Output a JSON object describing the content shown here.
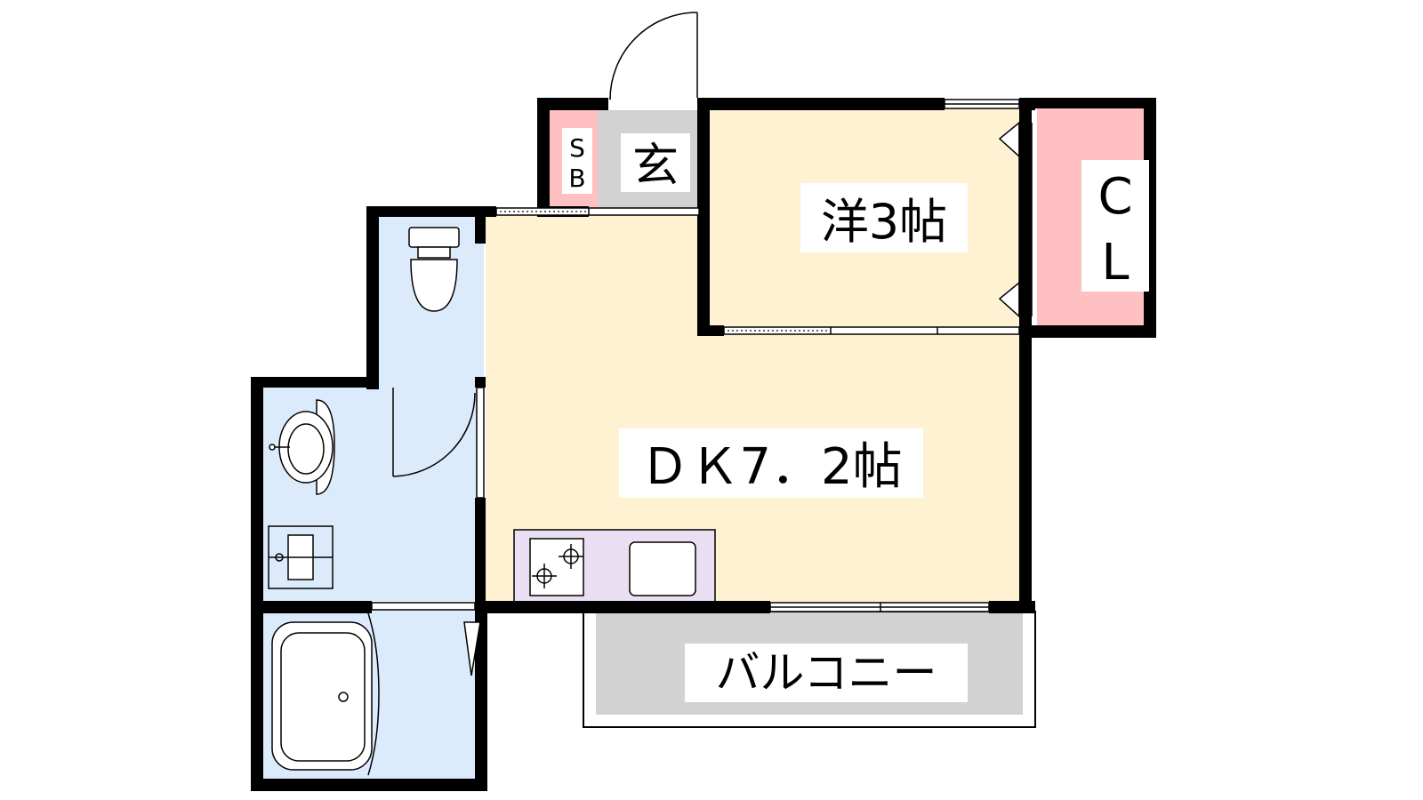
{
  "rooms": {
    "western": {
      "label": "洋3帖"
    },
    "dk": {
      "label": "ＤＫ7．2帖"
    },
    "entrance": {
      "label": "玄"
    },
    "shoebox": {
      "label_top": "S",
      "label_bottom": "B"
    },
    "closet": {
      "label_top": "C",
      "label_bottom": "L"
    },
    "balcony": {
      "label": "バルコニー"
    }
  },
  "colors": {
    "wall": "#000000",
    "living": "#fff2d2",
    "wet": "#dcebfb",
    "entrance": "#d2d2d2",
    "storage": "#ffc0c2",
    "kitchen": "#eadff2",
    "balcony": "#d2d2d2"
  }
}
